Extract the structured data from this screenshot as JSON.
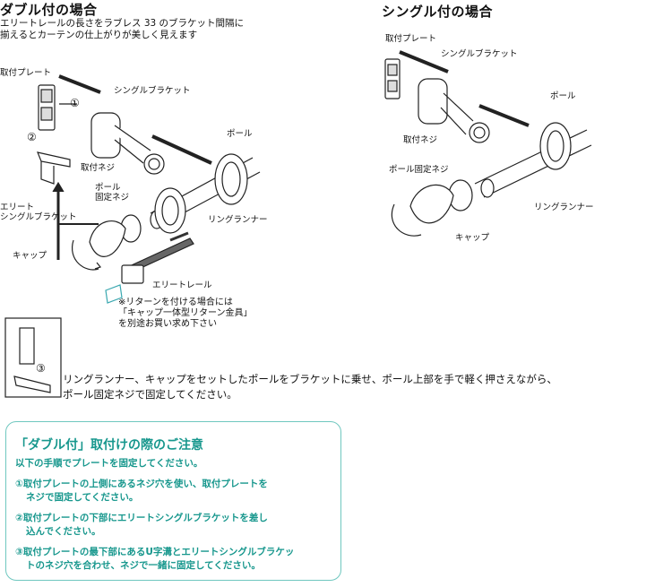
{
  "headings": {
    "double": "ダブル付の場合",
    "single": "シングル付の場合"
  },
  "subtitle": {
    "line1": "エリートレールの長さをラブレス 33 のブラケット間隔に",
    "line2": "揃えるとカーテンの仕上がりが美しく見えます"
  },
  "double_labels": {
    "mount_plate": "取付プレート",
    "single_bracket": "シングルブラケット",
    "screw": "取付ネジ",
    "pole": "ポール",
    "pole_screw_1": "ポール",
    "pole_screw_2": "固定ネジ",
    "elite_bracket_1": "エリート",
    "elite_bracket_2": "シングルブラケット",
    "ring_runner": "リングランナー",
    "cap": "キャップ",
    "elite_rail": "エリートレール",
    "step1": "①",
    "step2": "②",
    "step3": "③"
  },
  "return_note": {
    "line1": "※リターンを付ける場合には",
    "line2": "「キャップ一体型リターン金具」",
    "line3": "を別途お買い求め下さい"
  },
  "single_labels": {
    "mount_plate": "取付プレート",
    "single_bracket": "シングルブラケット",
    "pole": "ポール",
    "screw": "取付ネジ",
    "pole_screw": "ポール固定ネジ",
    "ring_runner": "リングランナー",
    "cap": "キャップ"
  },
  "instruction": {
    "line1": "リングランナー、キャップをセットしたポールをブラケットに乗せ、ポール上部を手で軽く押さえながら、",
    "line2": "ポール固定ネジで固定してください。"
  },
  "caution": {
    "title": "「ダブル付」取付けの際のご注意",
    "intro": "以下の手順でプレートを固定してください。",
    "step1_line1": "①取付プレートの上側にあるネジ穴を使い、取付プレートを",
    "step1_line2": "ネジで固定してください。",
    "step2_line1": "②取付プレートの下部にエリートシングルブラケットを差し",
    "step2_line2": "込んでください。",
    "step3_line1": "③取付プレートの最下部にあるU字溝とエリートシングルブラケッ",
    "step3_line2": "トのネジ穴を合わせ、ネジで一緒に固定してください。",
    "accent_color": "#17978d"
  }
}
